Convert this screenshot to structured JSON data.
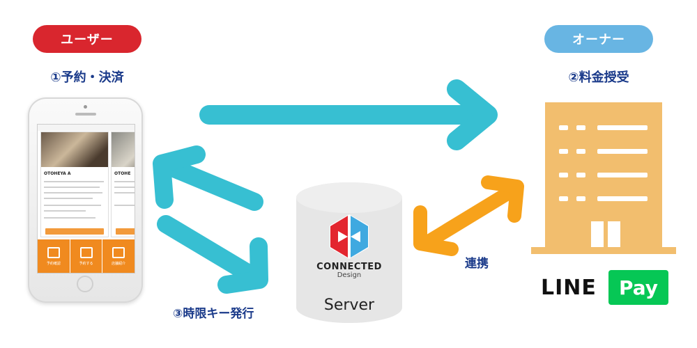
{
  "user": {
    "label": "ユーザー",
    "step": "①予約・決済",
    "color": "#d9262e"
  },
  "owner": {
    "label": "オーナー",
    "step": "②料金授受",
    "color": "#68b5e3"
  },
  "step3": "③時限キー発行",
  "link_label": "連携",
  "server": {
    "logo_name": "CONNECTED",
    "logo_sub": "Design",
    "label": "Server"
  },
  "phone_app": {
    "card_title_1": "OTOHEYA A",
    "card_title_2": "OTOHE",
    "tabs": [
      {
        "label": "予約確認",
        "icon": "calendar-icon"
      },
      {
        "label": "予約する",
        "icon": "calendar-add-icon"
      },
      {
        "label": "店舗紹介",
        "icon": "shop-icon"
      }
    ]
  },
  "linepay": {
    "line": "LINE",
    "pay": "Pay",
    "pay_color": "#06c755"
  },
  "colors": {
    "cyan_arrow": "#37bfd2",
    "orange_arrow": "#f7a21b",
    "building": "#f2be6e",
    "label_blue": "#1a3a8a"
  }
}
